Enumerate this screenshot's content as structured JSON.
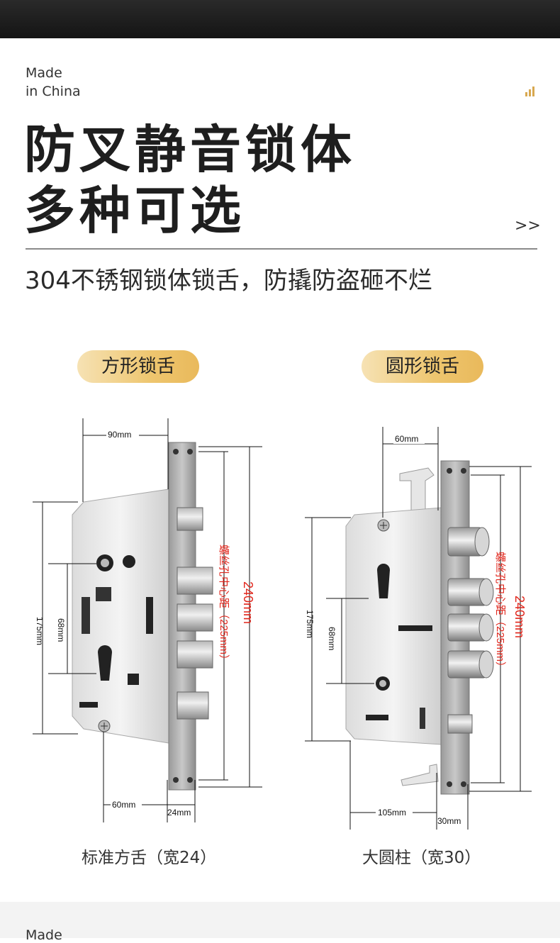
{
  "header": {
    "made_line1": "Made",
    "made_line2": "in China",
    "title_line1": "防叉静音锁体",
    "title_line2": "多种可选",
    "arrows": ">>",
    "subtitle": "304不锈钢锁体锁舌，防撬防盗砸不烂",
    "accent_color": "#e8b85a",
    "signal_icon": "signal-bars-icon"
  },
  "options": [
    {
      "pill_label": "方形锁舌",
      "caption": "标准方舌（宽24）",
      "dims": {
        "top": "90mm",
        "left_outer": "175mm",
        "left_inner": "68mm",
        "bottom_left": "60mm",
        "bottom_right": "24mm",
        "right_inner": "螺丝孔中心距（225mm）",
        "right_outer": "240mm"
      }
    },
    {
      "pill_label": "圆形锁舌",
      "caption": "大圆柱（宽30）",
      "dims": {
        "top": "60mm",
        "left_outer": "175mm",
        "left_inner": "68mm",
        "bottom_left": "105mm",
        "bottom_right": "30mm",
        "right_inner": "螺丝孔中心距（225mm）",
        "right_outer": "240mm"
      }
    }
  ],
  "footer": {
    "made_line1": "Made"
  }
}
